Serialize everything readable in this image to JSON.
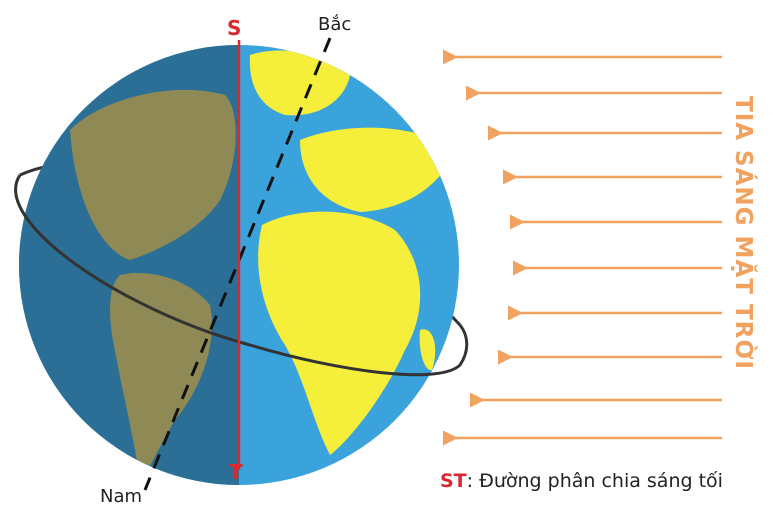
{
  "labels": {
    "top_point": "S",
    "bottom_point": "T",
    "north": "Bắc",
    "south": "Nam",
    "sun_rays": "TIA SÁNG MẶT TRỜI"
  },
  "legend": {
    "term": "ST",
    "definition": ": Đường phân chia sáng tối"
  },
  "colors": {
    "ocean_lit": "#3aa3dc",
    "land_lit": "#f5ee3a",
    "ocean_dark": "#2c6f96",
    "land_dark": "#8f8a55",
    "terminator": "#d9282f",
    "rays": "#f1a25f"
  },
  "rays": {
    "count": 10,
    "direction": "left"
  },
  "icons": [
    "globe-icon",
    "sun-ray-arrow-icon"
  ]
}
